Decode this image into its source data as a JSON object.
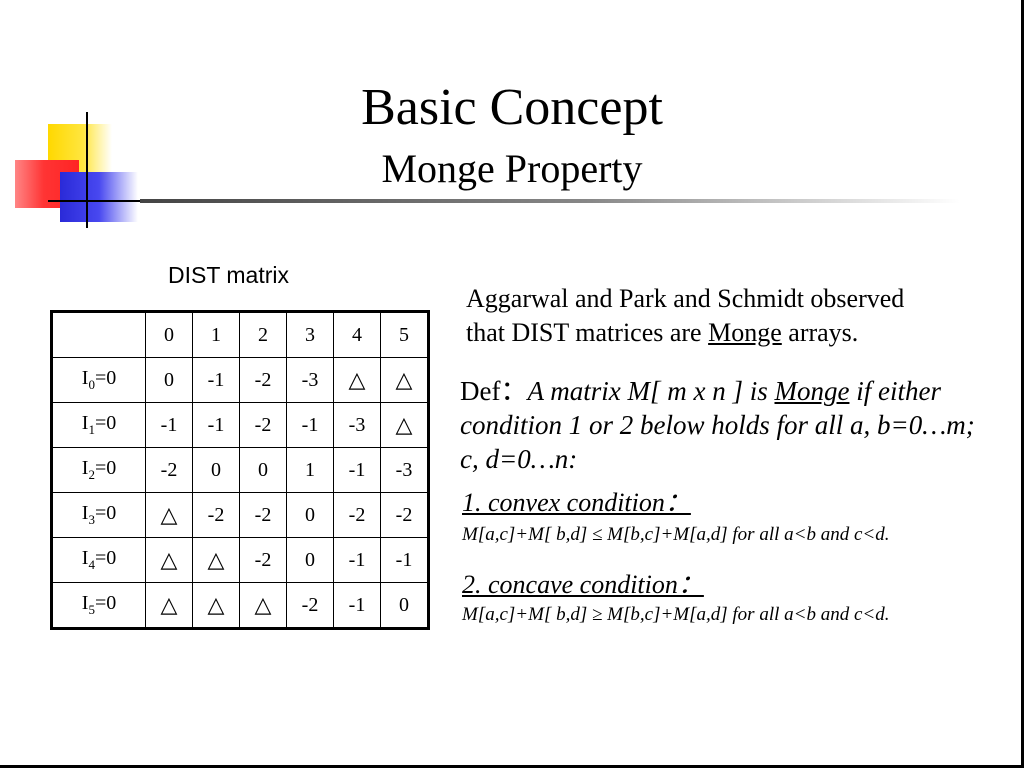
{
  "slide": {
    "title": "Basic Concept",
    "subtitle": "Monge Property"
  },
  "matrix": {
    "label": "DIST matrix",
    "header": [
      "",
      "0",
      "1",
      "2",
      "3",
      "4",
      "5"
    ],
    "rows": [
      {
        "base": "I",
        "sub": "0",
        "rest": "=0",
        "cells": [
          "0",
          "-1",
          "-2",
          "-3",
          "△",
          "△"
        ]
      },
      {
        "base": "I",
        "sub": "1",
        "rest": "=0",
        "cells": [
          "-1",
          "-1",
          "-2",
          "-1",
          "-3",
          "△"
        ]
      },
      {
        "base": "I",
        "sub": "2",
        "rest": "=0",
        "cells": [
          "-2",
          "0",
          "0",
          "1",
          "-1",
          "-3"
        ]
      },
      {
        "base": "I",
        "sub": "3",
        "rest": "=0",
        "cells": [
          "△",
          "-2",
          "-2",
          "0",
          "-2",
          "-2"
        ]
      },
      {
        "base": "I",
        "sub": "4",
        "rest": "=0",
        "cells": [
          "△",
          "△",
          "-2",
          "0",
          "-1",
          "-1"
        ]
      },
      {
        "base": "I",
        "sub": "5",
        "rest": "=0",
        "cells": [
          "△",
          "△",
          "△",
          "-2",
          "-1",
          "0"
        ]
      }
    ]
  },
  "observation": {
    "line1": "Aggarwal and Park and Schmidt observed",
    "line2_pre": "that DIST matrices are ",
    "line2_monge": "Monge",
    "line2_post": " arrays."
  },
  "definition": {
    "label": "Def：",
    "part1": "A matrix M[ m x n ] is ",
    "monge": "Monge",
    "part2": " if either condition 1 or 2 below holds for all a, b=0…m; c, d=0…n:"
  },
  "conditions": {
    "convex": "1. convex condition：",
    "convex_formula": "M[a,c]+M[ b,d] ≤ M[b,c]+M[a,d]   for   all   a<b   and   c<d.",
    "concave": "2. concave condition：",
    "concave_formula": "M[a,c]+M[ b,d] ≥ M[b,c]+M[a,d]   for   all   a<b   and   c<d."
  }
}
